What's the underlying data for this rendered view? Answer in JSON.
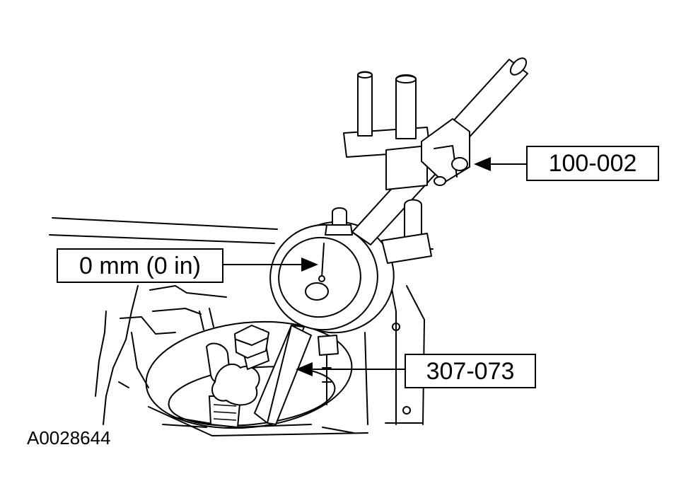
{
  "labels": {
    "tool_top": "100-002",
    "reading": "0 mm (0 in)",
    "tool_bottom": "307-073",
    "figure_id": "A0028644"
  },
  "icons": {
    "arrow": "arrow-left-icon"
  },
  "colors": {
    "ink": "#000000",
    "paper": "#ffffff"
  }
}
